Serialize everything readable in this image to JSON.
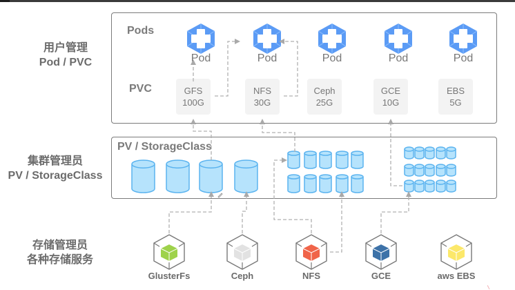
{
  "roles": [
    {
      "line1": "用户管理",
      "line2": "Pod / PVC"
    },
    {
      "line1": "集群管理员",
      "line2": "PV / StorageClass"
    },
    {
      "line1": "存储管理员",
      "line2": "各种存储服务"
    }
  ],
  "user_panel": {
    "pods_label": "Pods",
    "pvc_label": "PVC",
    "pods": [
      {
        "label": "Pod",
        "icon": "kubernetes-pod-icon"
      },
      {
        "label": "Pod",
        "icon": "kubernetes-pod-icon"
      },
      {
        "label": "Pod",
        "icon": "kubernetes-pod-icon"
      },
      {
        "label": "Pod",
        "icon": "kubernetes-pod-icon"
      },
      {
        "label": "Pod",
        "icon": "kubernetes-pod-icon"
      }
    ],
    "pvcs": [
      {
        "type": "GFS",
        "size": "100G"
      },
      {
        "type": "NFS",
        "size": "30G"
      },
      {
        "type": "Ceph",
        "size": "25G"
      },
      {
        "type": "GCE",
        "size": "10G"
      },
      {
        "type": "EBS",
        "size": "5G"
      }
    ]
  },
  "cluster_panel": {
    "title": "PV / StorageClass",
    "groups": [
      {
        "name": "large-pvs",
        "rows": 1,
        "cols": 4
      },
      {
        "name": "nfs-pvs",
        "rows": 2,
        "cols": 5
      },
      {
        "name": "gce-pvs",
        "rows": 3,
        "cols": 5
      }
    ]
  },
  "backends": [
    {
      "label": "GlusterFs",
      "color": "#9ed24b"
    },
    {
      "label": "Ceph",
      "color": "#e2e2e2"
    },
    {
      "label": "NFS",
      "color": "#f06449"
    },
    {
      "label": "GCE",
      "color": "#3d72a8"
    },
    {
      "label": "aws EBS",
      "color": "#fce86a"
    }
  ],
  "colors": {
    "pod_blue": "#5b9bf5",
    "cylinder_fill": "#b6e3fc",
    "cylinder_stroke": "#5ab3ef",
    "connector": "#a9a9a9",
    "frame": "#7a7a7a",
    "text": "#6b6b6b"
  }
}
